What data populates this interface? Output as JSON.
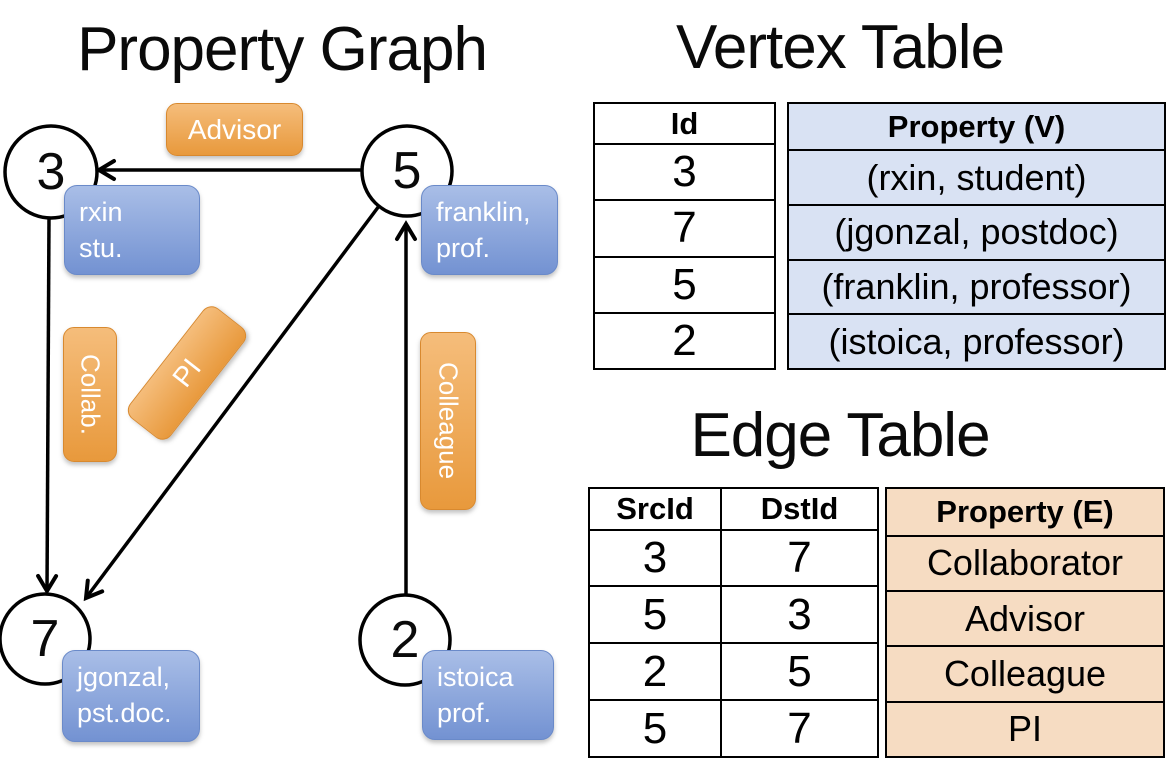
{
  "titles": {
    "property_graph": "Property Graph",
    "vertex_table": "Vertex Table",
    "edge_table": "Edge Table"
  },
  "graph": {
    "nodes": [
      {
        "id": "3",
        "property": "rxin\nstu."
      },
      {
        "id": "5",
        "property": "franklin,\nprof."
      },
      {
        "id": "7",
        "property": "jgonzal,\npst.doc."
      },
      {
        "id": "2",
        "property": "istoica\nprof."
      }
    ],
    "edge_labels": {
      "advisor": "Advisor",
      "collab": "Collab.",
      "pi": "PI",
      "colleague": "Colleague"
    }
  },
  "vertex_table": {
    "headers": {
      "id": "Id",
      "property": "Property (V)"
    },
    "rows": [
      {
        "id": "3",
        "property": "(rxin, student)"
      },
      {
        "id": "7",
        "property": "(jgonzal, postdoc)"
      },
      {
        "id": "5",
        "property": "(franklin, professor)"
      },
      {
        "id": "2",
        "property": "(istoica, professor)"
      }
    ]
  },
  "edge_table": {
    "headers": {
      "src": "SrcId",
      "dst": "DstId",
      "property": "Property (E)"
    },
    "rows": [
      {
        "src": "3",
        "dst": "7",
        "property": "Collaborator"
      },
      {
        "src": "5",
        "dst": "3",
        "property": "Advisor"
      },
      {
        "src": "2",
        "dst": "5",
        "property": "Colleague"
      },
      {
        "src": "5",
        "dst": "7",
        "property": "PI"
      }
    ]
  },
  "colors": {
    "edge_label_fill_top": "#f5bd7b",
    "edge_label_fill_bottom": "#e8993c",
    "vertex_label_fill_top": "#a9bee7",
    "vertex_label_fill_bottom": "#7392d2",
    "vertex_property_cell": "#d9e2f3",
    "edge_property_cell": "#f6dcc2",
    "line": "#000000"
  }
}
